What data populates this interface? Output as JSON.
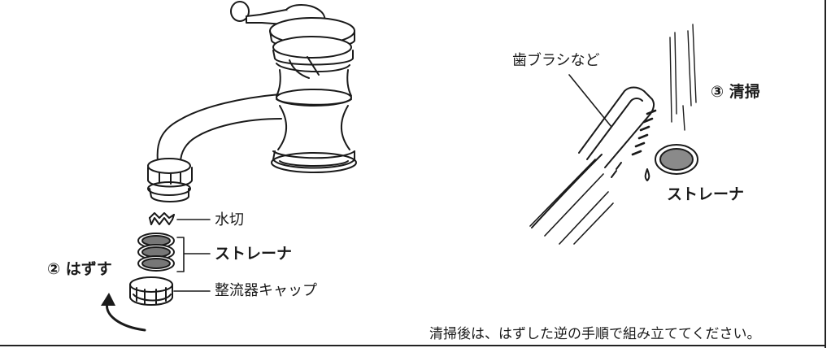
{
  "left_panel": {
    "step_label": "② はずす",
    "parts": {
      "water_cutter": "水切",
      "strainer": "ストレーナ",
      "cap": "整流器キャップ"
    }
  },
  "right_panel": {
    "tool_label": "歯ブラシなど",
    "step_label": "③ 清掃",
    "strainer": "ストレーナ"
  },
  "footer_note": "清掃後は、はずした逆の手順で組み立ててください。"
}
